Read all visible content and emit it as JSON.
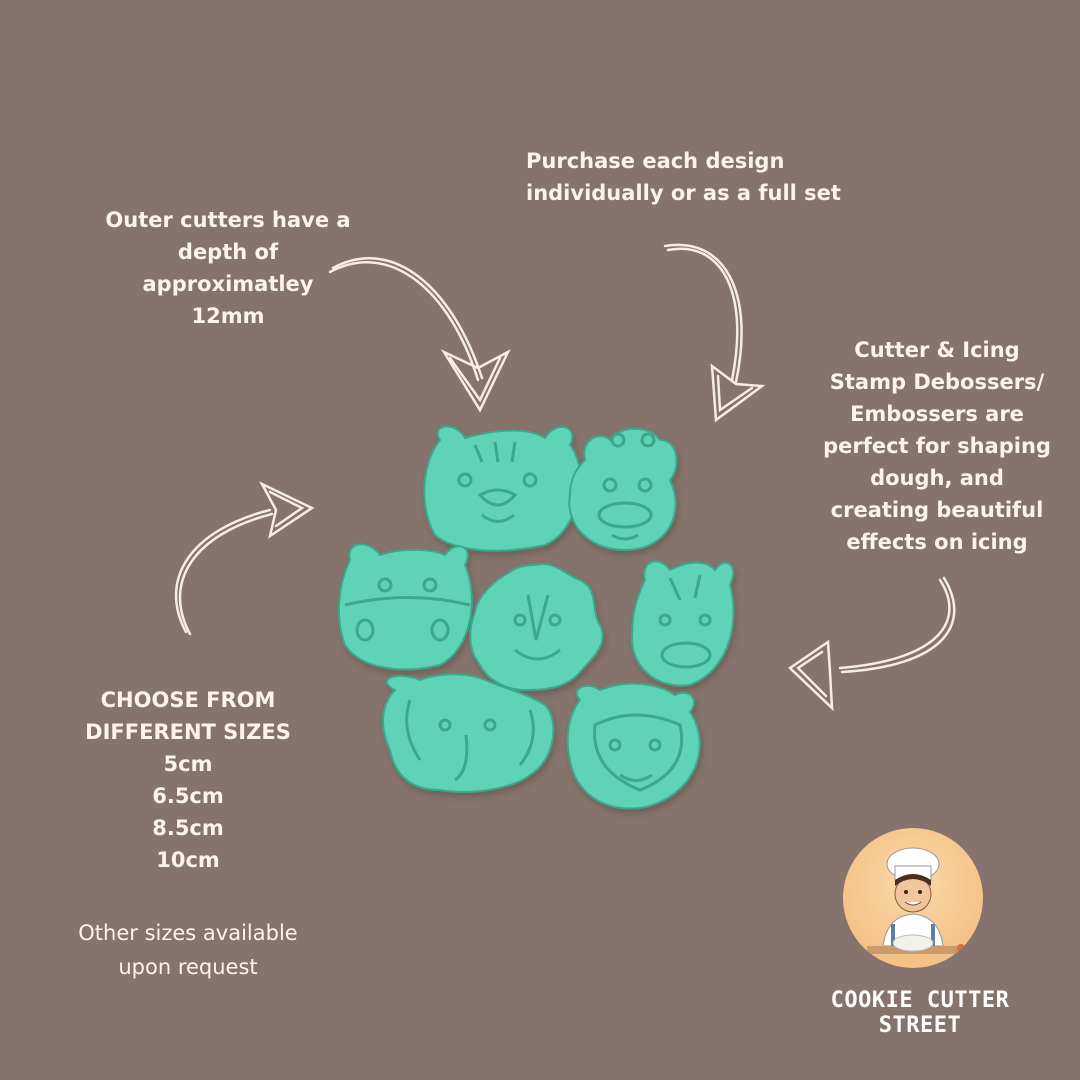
{
  "outer_note": [
    "Outer cutters have a",
    "depth of",
    "approximatley",
    "12mm"
  ],
  "purchase_note": [
    "Purchase each design",
    "individually or as a full set"
  ],
  "stamp_note": [
    "Cutter & Icing",
    "Stamp Debossers/",
    "Embossers are",
    "perfect for shaping",
    "dough, and",
    "creating beautiful",
    "effects on icing"
  ],
  "sizes_note": [
    "CHOOSE FROM",
    "DIFFERENT SIZES",
    "5cm",
    "6.5cm",
    "8.5cm",
    "10cm"
  ],
  "other_note": [
    "Other sizes available",
    "upon request"
  ],
  "brand": {
    "name": "COOKIE CUTTER STREET"
  },
  "colors": {
    "background": "#86736d",
    "cutter": "#5fd3b6",
    "cutter_shade": "#3fb396",
    "text": "#fbf3ec"
  },
  "cutters": [
    "tiger",
    "giraffe",
    "hippo",
    "lion",
    "zebra",
    "elephant",
    "monkey"
  ]
}
